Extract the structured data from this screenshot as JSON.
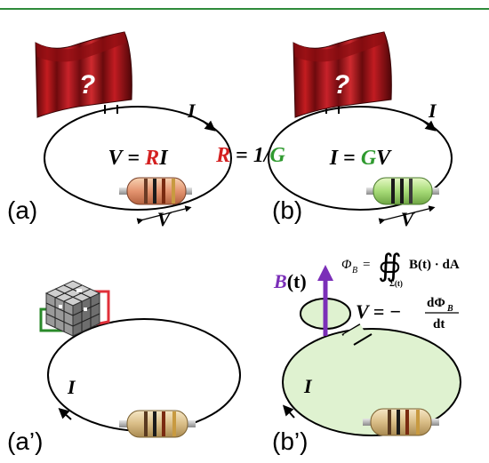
{
  "colors": {
    "top_rule": "#2e8b3a",
    "red": "#d42020",
    "green": "#2f9a2f",
    "purple": "#7b2fb8",
    "curtain": "#b0161a",
    "light_green_fill": "#dff2d0"
  },
  "panels": {
    "a": {
      "label": "(a)",
      "current_label": "I",
      "equation": {
        "v": "V",
        "eq": " = ",
        "r": "R",
        "i": "I"
      },
      "resistor_voltage": "V",
      "curtain_mark": "?"
    },
    "b": {
      "label": "(b)",
      "current_label": "I",
      "equation": {
        "i": "I",
        "eq": " = ",
        "g": "G",
        "v": "V"
      },
      "resistor_voltage": "V",
      "curtain_mark": "?"
    },
    "relation": {
      "r": "R",
      "eq": " = ",
      "one": "1/",
      "g": "G"
    },
    "a_prime": {
      "label": "(a’)",
      "current_label": "I"
    },
    "b_prime": {
      "label": "(b’)",
      "current_label": "I",
      "field_label": {
        "b": "B",
        "t": "(t)"
      },
      "flux_lhs": "Φ",
      "flux_lhs_sub": "B",
      "flux_eq": "=",
      "flux_integral": "∯",
      "flux_region": "Σ(t)",
      "flux_rhs": "B(t) · dA",
      "emf_lhs": "V = −",
      "emf_num": "dΦ",
      "emf_num_sub": "B",
      "emf_den": "dt"
    }
  }
}
